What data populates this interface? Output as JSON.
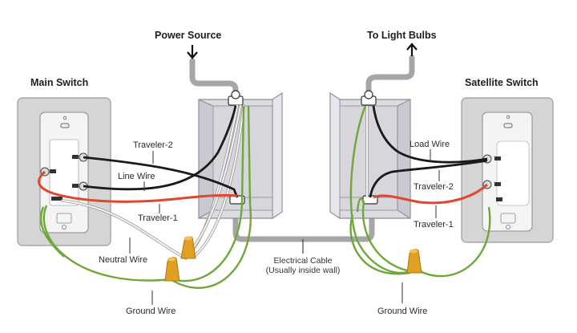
{
  "diagram": {
    "title_left": "Main Switch",
    "title_right": "Satellite Switch",
    "power_source": "Power Source",
    "to_light_bulbs": "To Light Bulbs",
    "labels": {
      "main_traveler_2": "Traveler-2",
      "main_line_wire": "Line Wire",
      "main_traveler_1": "Traveler-1",
      "main_neutral_wire": "Neutral Wire",
      "main_ground_wire": "Ground Wire",
      "cable_line1": "Electrical Cable",
      "cable_line2": "(Usually inside wall)",
      "sat_load_wire": "Load Wire",
      "sat_traveler_2": "Traveler-2",
      "sat_traveler_1": "Traveler-1",
      "sat_ground_wire": "Ground Wire"
    },
    "colors": {
      "hot_wire": "#1a1a1a",
      "traveler_1": "#e2462c",
      "ground_wire": "#6fa83a",
      "neutral_wire": "#bdbdbd",
      "wire_nut": "#e0a021",
      "conduit": "#a9a9a9",
      "box": "#d9d9de",
      "plate": "#d7d7d7"
    },
    "arrows": {
      "power_source_direction": "down",
      "light_bulbs_direction": "up"
    }
  }
}
